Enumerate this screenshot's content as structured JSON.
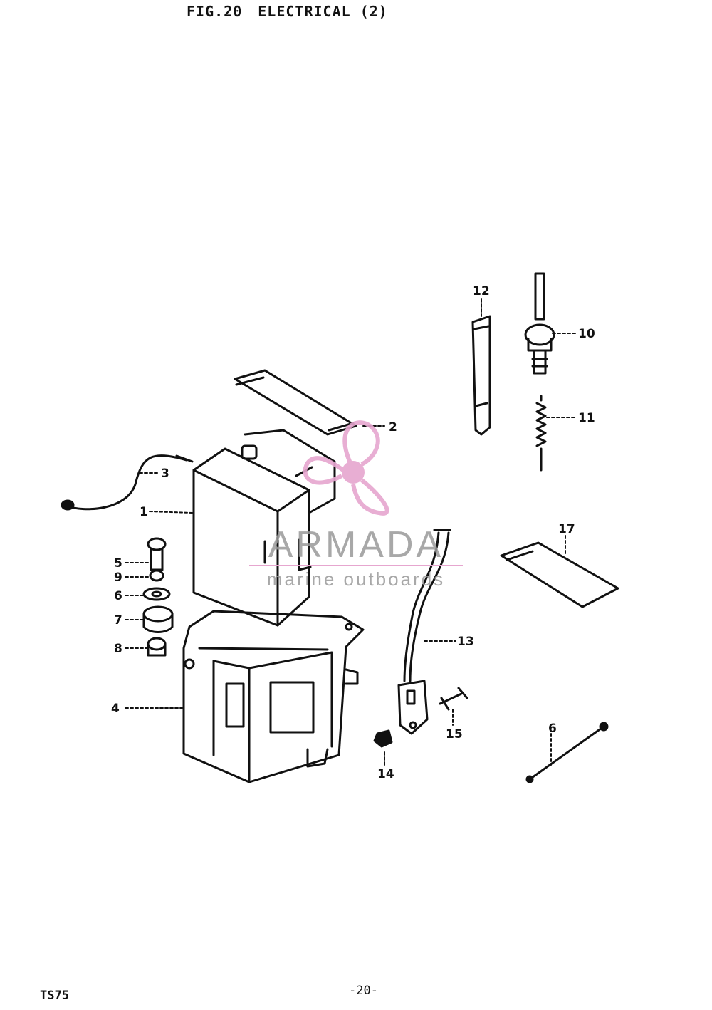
{
  "header": {
    "fig": "FIG.20",
    "title": "ELECTRICAL (2)"
  },
  "footer": {
    "model": "TS75",
    "page": "-20-"
  },
  "watermark": {
    "brand": "ARMADA",
    "tagline": "marine outboards",
    "color": "#e6a6cf"
  },
  "callouts": {
    "c1": "1",
    "c2": "2",
    "c3": "3",
    "c4": "4",
    "c5": "5",
    "c6a": "6",
    "c6b": "6",
    "c7": "7",
    "c8": "8",
    "c9": "9",
    "c10": "10",
    "c11": "11",
    "c12": "12",
    "c13": "13",
    "c14": "14",
    "c15": "15",
    "c17": "17"
  }
}
